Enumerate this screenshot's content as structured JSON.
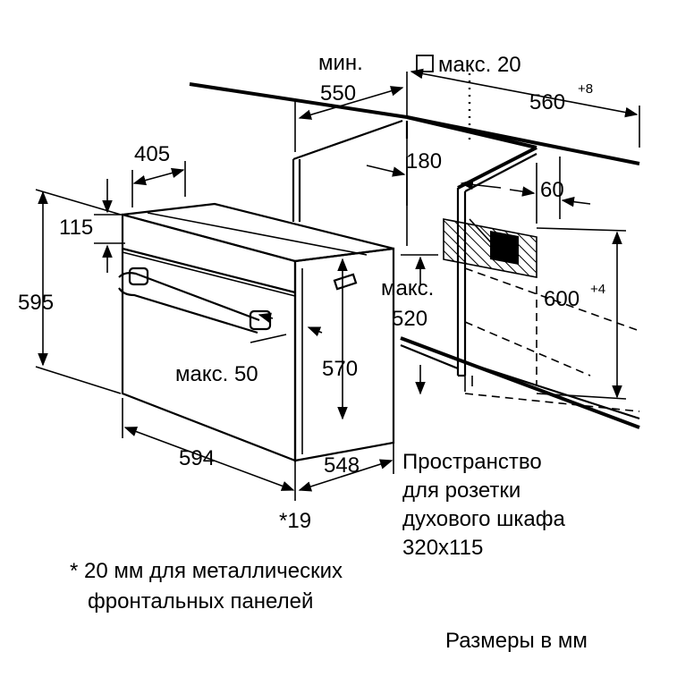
{
  "labels": {
    "min": "мин.",
    "w550": "550",
    "max20": "макс. 20",
    "w560": "560",
    "w560_tol": "+8",
    "d405": "405",
    "d180": "180",
    "d60": "60",
    "h115": "115",
    "h595": "595",
    "max": "макс.",
    "h520": "520",
    "h600": "600",
    "h600_tol": "+4",
    "max50": "макс. 50",
    "h570": "570",
    "w594": "594",
    "d548": "548",
    "star19": "*19"
  },
  "socket_note": [
    "Пространство",
    "для розетки",
    "духового шкафа",
    "320x115"
  ],
  "footnote": [
    "* 20 мм для металлических",
    "фронтальных панелей"
  ],
  "units_note": "Размеры в мм"
}
